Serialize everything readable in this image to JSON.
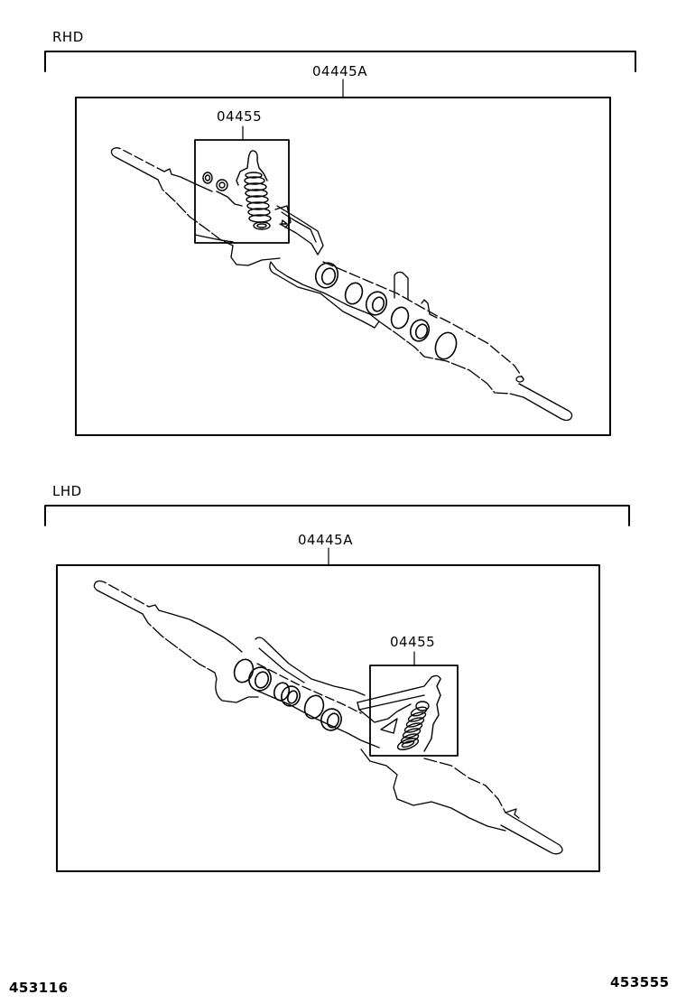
{
  "sections": [
    {
      "id": "rhd",
      "label": "RHD",
      "assembly_part_number": "04445A",
      "inset_part_number": "04455"
    },
    {
      "id": "lhd",
      "label": "LHD",
      "assembly_part_number": "04445A",
      "inset_part_number": "04455"
    }
  ],
  "footer": {
    "left_code": "453116",
    "right_code": "453555"
  },
  "colors": {
    "line": "#000000",
    "background": "#ffffff"
  }
}
